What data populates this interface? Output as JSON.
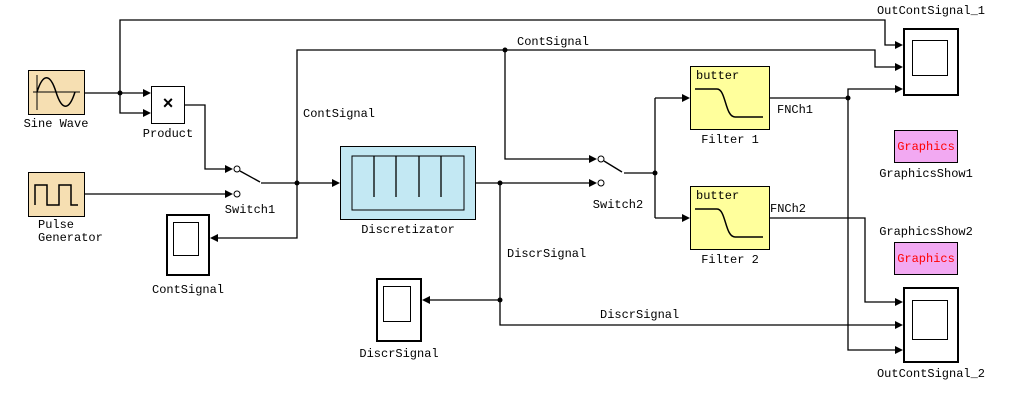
{
  "diagram": {
    "background": "#FFFFFF",
    "wire_color": "#000000",
    "blocks": {
      "sine_wave": {
        "label": "Sine Wave",
        "fill": "#F6DFB2",
        "icon": "sine-wave-icon"
      },
      "pulse_generator": {
        "label_line1": "Pulse",
        "label_line2": "Generator",
        "fill": "#F6DFB2",
        "icon": "pulse-wave-icon"
      },
      "product": {
        "label": "Product",
        "symbol": "×",
        "fill": "#FFFFFF"
      },
      "switch1": {
        "label": "Switch1"
      },
      "discretizator": {
        "label": "Discretizator",
        "fill": "#C3E8F3",
        "icon": "impulse-comb-icon"
      },
      "switch2": {
        "label": "Switch2"
      },
      "filter1": {
        "label": "Filter 1",
        "icon_text": "butter",
        "fill": "#FFFF9C",
        "icon": "lowpass-curve-icon"
      },
      "filter2": {
        "label": "Filter 2",
        "icon_text": "butter",
        "fill": "#FFFF9C",
        "icon": "lowpass-curve-icon"
      },
      "scope_contsignal": {
        "label": "ContSignal",
        "fill": "#FFFFFF"
      },
      "scope_discrsignal": {
        "label": "DiscrSignal",
        "fill": "#FFFFFF"
      },
      "scope_outcontsignal_1": {
        "label": "OutContSignal_1",
        "fill": "#FFFFFF"
      },
      "scope_outcontsignal_2": {
        "label": "OutContSignal_2",
        "fill": "#FFFFFF"
      },
      "graphics_show1": {
        "label": "GraphicsShow1",
        "block_text": "Graphics",
        "fill": "#F2A9F2",
        "text_color": "#FF0000"
      },
      "graphics_show2": {
        "label": "GraphicsShow2",
        "block_text": "Graphics",
        "fill": "#F2A9F2",
        "text_color": "#FF0000"
      }
    },
    "signal_labels": {
      "contsignal_top": "ContSignal",
      "contsignal_mid": "ContSignal",
      "fnch1": "FNCh1",
      "fnch2": "FNCh2",
      "discrsignal_mid": "DiscrSignal",
      "discrsignal_bottom": "DiscrSignal"
    }
  }
}
